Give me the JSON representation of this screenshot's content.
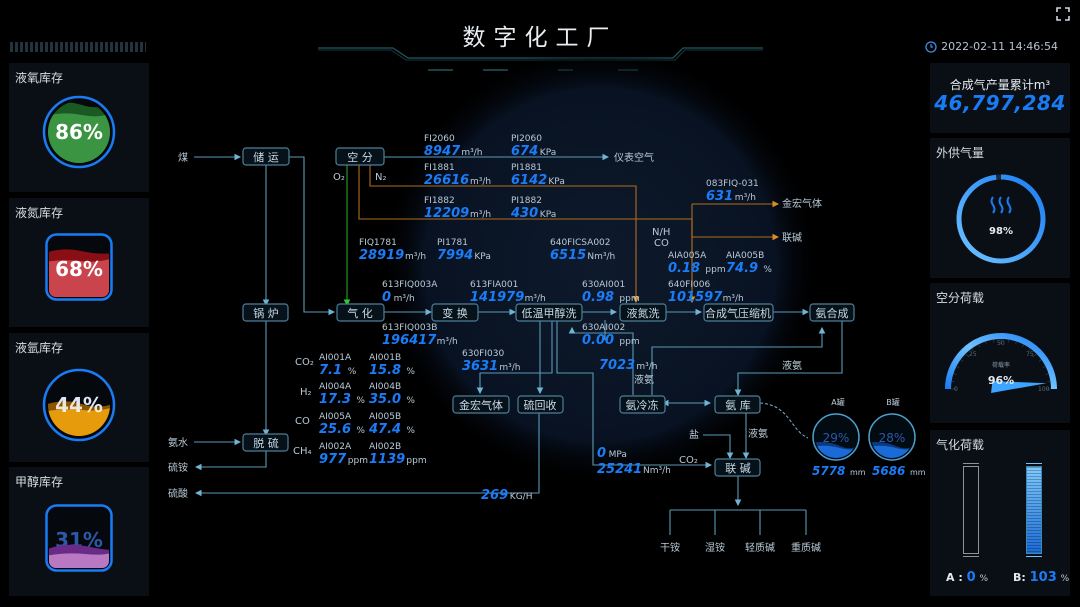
{
  "header": {
    "title": "数字化工厂",
    "datetime": "2022-02-11 14:46:54",
    "clock_icon": "clock-icon",
    "fullscreen_icon": "fullscreen-icon"
  },
  "left_panels": [
    {
      "title": "液氧库存",
      "percent": 86,
      "label": "86%",
      "shape": "circle",
      "color": "#3a9442",
      "dark": "#1a5a22"
    },
    {
      "title": "液氮库存",
      "percent": 68,
      "label": "68%",
      "shape": "rounded-square",
      "color": "#c9444c",
      "dark": "#8a0f15"
    },
    {
      "title": "液氩库存",
      "percent": 44,
      "label": "44%",
      "shape": "circle",
      "color": "#e59b0c",
      "dark": "#8c5600"
    },
    {
      "title": "甲醇库存",
      "percent": 31,
      "label": "31%",
      "shape": "rounded-square",
      "color": "#b978c2",
      "dark": "#6a2a88"
    }
  ],
  "right_panels": {
    "syngas": {
      "title": "合成气产量累计m³",
      "value": "46,797,284"
    },
    "supply": {
      "title": "外供气量",
      "percent": 98,
      "label": "98%",
      "icon": "heat-waves-icon"
    },
    "air_sep_load": {
      "title": "空分荷载",
      "percent": 96,
      "label": "96%",
      "caption": "荷载率",
      "ticks": [
        "0",
        "25",
        "50",
        "75",
        "100"
      ]
    },
    "gasify_load": {
      "title": "气化荷载",
      "a_label": "A :",
      "a_value": "0",
      "a_percent": 0,
      "b_label": "B:",
      "b_value": "103",
      "b_percent": 103,
      "unit": "%"
    }
  },
  "flow": {
    "nodes": {
      "storage": "储 运",
      "air_sep": "空 分",
      "boiler": "锅 炉",
      "gasify": "气 化",
      "shift": "变 换",
      "rectisol": "低温甲醇洗",
      "n_wash": "液氮洗",
      "compressor": "合成气压缩机",
      "ammonia_syn": "氨合成",
      "desulf": "脱 硫",
      "jinhong": "金宏气体",
      "sulfur": "硫回收",
      "ammonia_freeze": "氨冷冻",
      "ammonia_store": "氨 库",
      "soda": "联 碱"
    },
    "labels": {
      "coal": "煤",
      "o2": "O₂",
      "n2": "N₂",
      "instrument_air": "仪表空气",
      "jinhong_gas": "金宏气体",
      "soda_out": "联碱",
      "nh_co": "N/H",
      "co": "CO",
      "ammonia_water": "氨水",
      "ammonium_sulfate": "硫铵",
      "sulfuric_acid": "硫酸",
      "liquid_ammonia_1": "液氨",
      "liquid_ammonia_2": "液氨",
      "liquid_ammonia_3": "液氨",
      "salt": "盐",
      "co2": "CO₂",
      "gas_co2": "CO₂",
      "gas_h2": "H₂",
      "gas_co": "CO",
      "gas_ch4": "CH₄",
      "products": [
        "干铵",
        "湿铵",
        "轻质碱",
        "重质碱"
      ]
    },
    "readings": [
      {
        "id": "FI2060",
        "value": "8947",
        "unit": "m³/h"
      },
      {
        "id": "PI2060",
        "value": "674",
        "unit": "KPa"
      },
      {
        "id": "FI1881",
        "value": "26616",
        "unit": "m³/h"
      },
      {
        "id": "PI1881",
        "value": "6142",
        "unit": "KPa"
      },
      {
        "id": "FI1882",
        "value": "12209",
        "unit": "m³/h"
      },
      {
        "id": "PI1882",
        "value": "430",
        "unit": "KPa"
      },
      {
        "id": "083FIQ-031",
        "value": "631",
        "unit": "m³/h"
      },
      {
        "id": "FIQ1781",
        "value": "28919",
        "unit": "m³/h"
      },
      {
        "id": "PI1781",
        "value": "7994",
        "unit": "KPa"
      },
      {
        "id": "640FICSA002",
        "value": "6515",
        "unit": "Nm³/h"
      },
      {
        "id": "AIA005A",
        "value": "0.18",
        "unit": "ppm"
      },
      {
        "id": "AIA005B",
        "value": "74.9",
        "unit": "%"
      },
      {
        "id": "613FIQ003A",
        "value": "0",
        "unit": "m³/h"
      },
      {
        "id": "613FIA001",
        "value": "141979",
        "unit": "m³/h"
      },
      {
        "id": "630AI001",
        "value": "0.98",
        "unit": "ppm"
      },
      {
        "id": "640FI006",
        "value": "101597",
        "unit": "m³/h"
      },
      {
        "id": "613FIQ003B",
        "value": "196417",
        "unit": "m³/h"
      },
      {
        "id": "630AI002",
        "value": "0.00",
        "unit": "ppm"
      },
      {
        "id": "",
        "value": "7023",
        "unit": "m³/h"
      },
      {
        "id": "630FI030",
        "value": "3631",
        "unit": "m³/h"
      },
      {
        "id": "AI001A",
        "value": "7.1",
        "unit": "%"
      },
      {
        "id": "AI001B",
        "value": "15.8",
        "unit": "%"
      },
      {
        "id": "AI004A",
        "value": "17.3",
        "unit": "%"
      },
      {
        "id": "AI004B",
        "value": "35.0",
        "unit": "%"
      },
      {
        "id": "AI005A",
        "value": "25.6",
        "unit": "%"
      },
      {
        "id": "AI005B",
        "value": "47.4",
        "unit": "%"
      },
      {
        "id": "AI002A",
        "value": "977",
        "unit": "ppm"
      },
      {
        "id": "AI002B",
        "value": "1139",
        "unit": "ppm"
      },
      {
        "id": "",
        "value": "0",
        "unit": "MPa"
      },
      {
        "id": "",
        "value": "25241",
        "unit": "Nm³/h"
      },
      {
        "id": "",
        "value": "269",
        "unit": "KG/H"
      }
    ],
    "tanks": [
      {
        "name": "A罐",
        "percent": 29,
        "label": "29%",
        "level": "5778",
        "unit": "mm"
      },
      {
        "name": "B罐",
        "percent": 28,
        "label": "28%",
        "level": "5686",
        "unit": "mm"
      }
    ]
  }
}
